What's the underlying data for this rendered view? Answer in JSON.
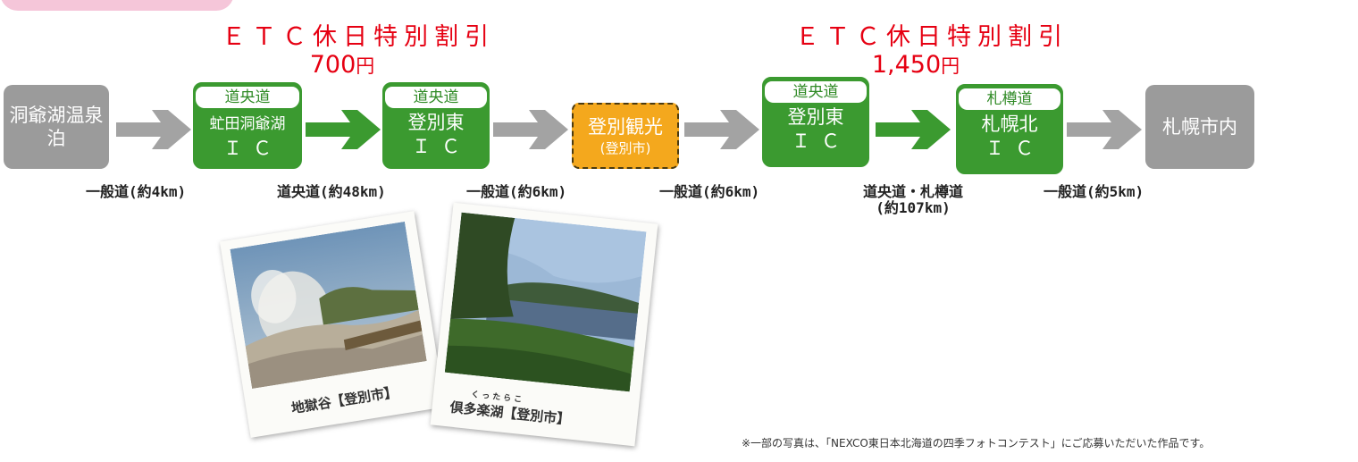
{
  "promos": [
    {
      "title": "ＥＴＣ休日特別割引",
      "price": "700",
      "unit": "円"
    },
    {
      "title": "ＥＴＣ休日特別割引",
      "price": "1,450",
      "unit": "円"
    }
  ],
  "nodes": {
    "start": {
      "line1": "洞爺湖温泉",
      "line2": "泊"
    },
    "ic1": {
      "road": "道央道",
      "name": "虻田洞爺湖",
      "suffix": "ＩＣ"
    },
    "ic2": {
      "road": "道央道",
      "name": "登別東",
      "suffix": "ＩＣ"
    },
    "spot": {
      "name": "登別観光",
      "sub": "(登別市)"
    },
    "ic3": {
      "road": "道央道",
      "name": "登別東",
      "suffix": "ＩＣ"
    },
    "ic4": {
      "road": "札樽道",
      "name": "札幌北",
      "suffix": "ＩＣ"
    },
    "end": {
      "line1": "札幌市内"
    }
  },
  "segments": [
    {
      "line1": "一般道(約4km)"
    },
    {
      "line1": "道央道(約48km)"
    },
    {
      "line1": "一般道(約6km)"
    },
    {
      "line1": "一般道(約6km)"
    },
    {
      "line1": "道央道・札樽道",
      "line2": "(約107km)"
    },
    {
      "line1": "一般道(約5km)"
    }
  ],
  "photos": [
    {
      "caption": "地獄谷【登別市】"
    },
    {
      "caption": "倶多楽湖【登別市】",
      "ruby": "くったらこ"
    }
  ],
  "note": "※一部の写真は、「NEXCO東日本北海道の四季フォトコンテスト」にご応募いただいた作品です。",
  "colors": {
    "green": "#3b9a30",
    "gray": "#9b9b9b",
    "orange": "#f4a81d",
    "red": "#e60012",
    "pink": "#f5c6d9"
  }
}
